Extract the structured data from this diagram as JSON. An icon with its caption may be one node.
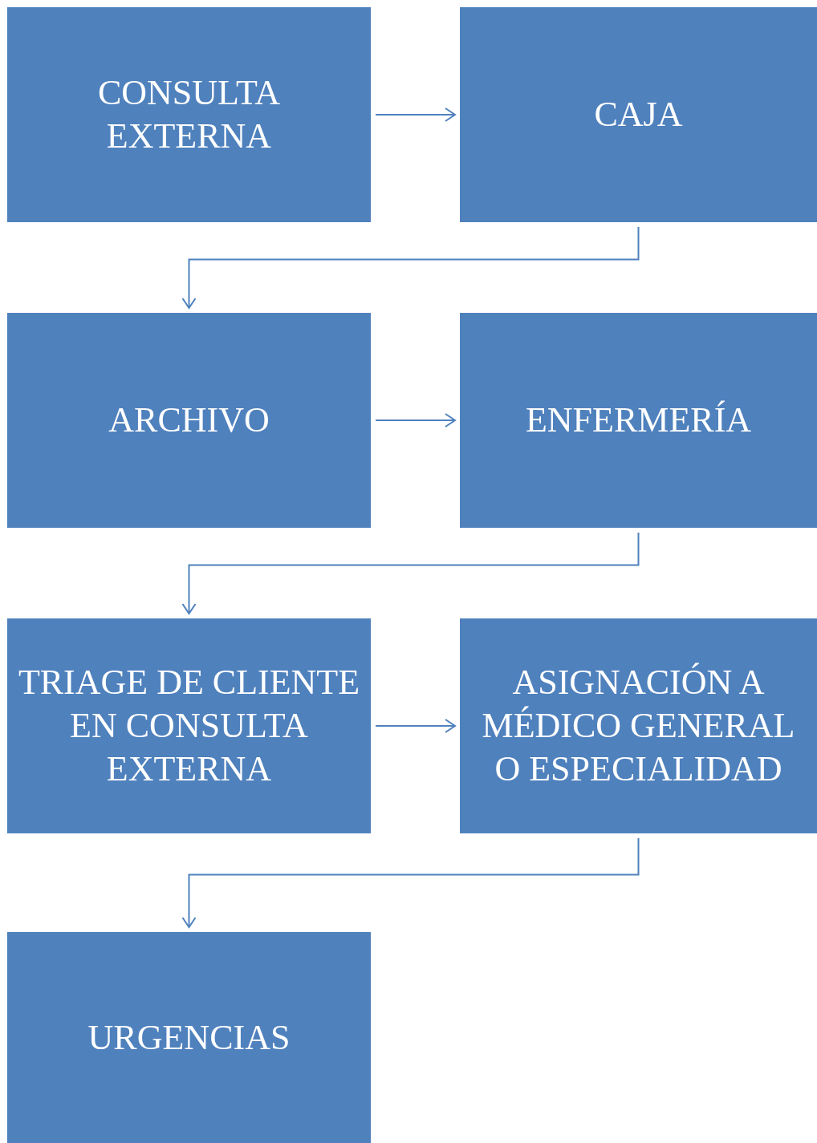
{
  "diagram": {
    "nodes": [
      {
        "text": [
          "CONSULTA EXTERNA"
        ]
      },
      {
        "text": [
          "CAJA"
        ]
      },
      {
        "text": [
          "ARCHIVO"
        ]
      },
      {
        "text": [
          "ENFERMERÍA"
        ]
      },
      {
        "text": [
          "TRIAGE DE CLIENTE EN CONSULTA EXTERNA"
        ]
      },
      {
        "text": [
          "ASIGNACIÓN A MÉDICO GENERAL O ESPECIALIDAD"
        ]
      },
      {
        "text": [
          "URGENCIAS"
        ]
      }
    ],
    "edges": [
      {
        "from": 0,
        "to": 1,
        "arrow": "to"
      },
      {
        "from": 1,
        "to": 2,
        "arrow": "to"
      },
      {
        "from": 2,
        "to": 3,
        "arrow": "to"
      },
      {
        "from": 3,
        "to": 4,
        "arrow": "to"
      },
      {
        "from": 4,
        "to": 5,
        "arrow": "to"
      },
      {
        "from": 5,
        "to": 6,
        "arrow": "to"
      }
    ]
  }
}
